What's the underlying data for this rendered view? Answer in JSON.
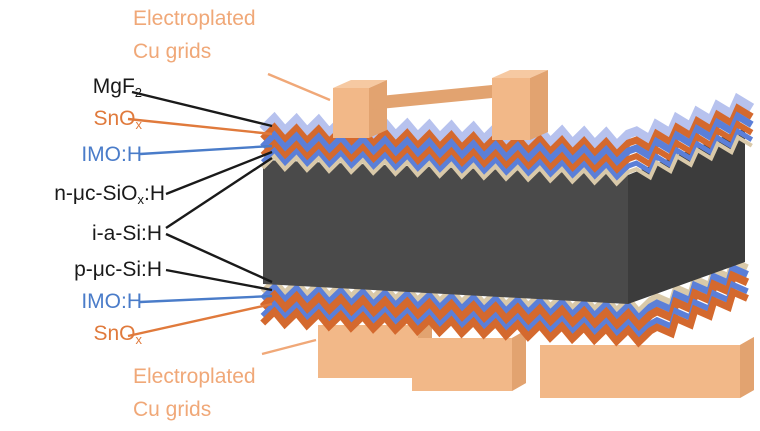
{
  "colors": {
    "copper": "#f2b888",
    "copper_dark": "#e2a370",
    "tin_oxide": "#d4692e",
    "imo": "#5b7fd8",
    "mgf2": "#b7c2ee",
    "silicon_layer": "#d9c9a9",
    "wafer": "#4a4a4a",
    "label_black": "#1a1a1a",
    "label_orange": "#e07a3c",
    "label_blue": "#4a7cc9",
    "label_copper": "#f0a878"
  },
  "labels": {
    "top_grid_line1": "Electroplated",
    "top_grid_line2": "Cu grids",
    "mgf2": {
      "main": "MgF",
      "sub": "2"
    },
    "sno_top": {
      "main": "SnO",
      "sub": "x"
    },
    "imo_top": "IMO:H",
    "n_layer": {
      "prefix": "n-μc-SiO",
      "sub": "x",
      "suffix": ":H"
    },
    "i_layer": "i-a-Si:H",
    "p_layer": "p-μc-Si:H",
    "imo_bottom": "IMO:H",
    "sno_bottom": {
      "main": "SnO",
      "sub": "x"
    },
    "bottom_grid_line1": "Electroplated",
    "bottom_grid_line2": "Cu grids"
  }
}
